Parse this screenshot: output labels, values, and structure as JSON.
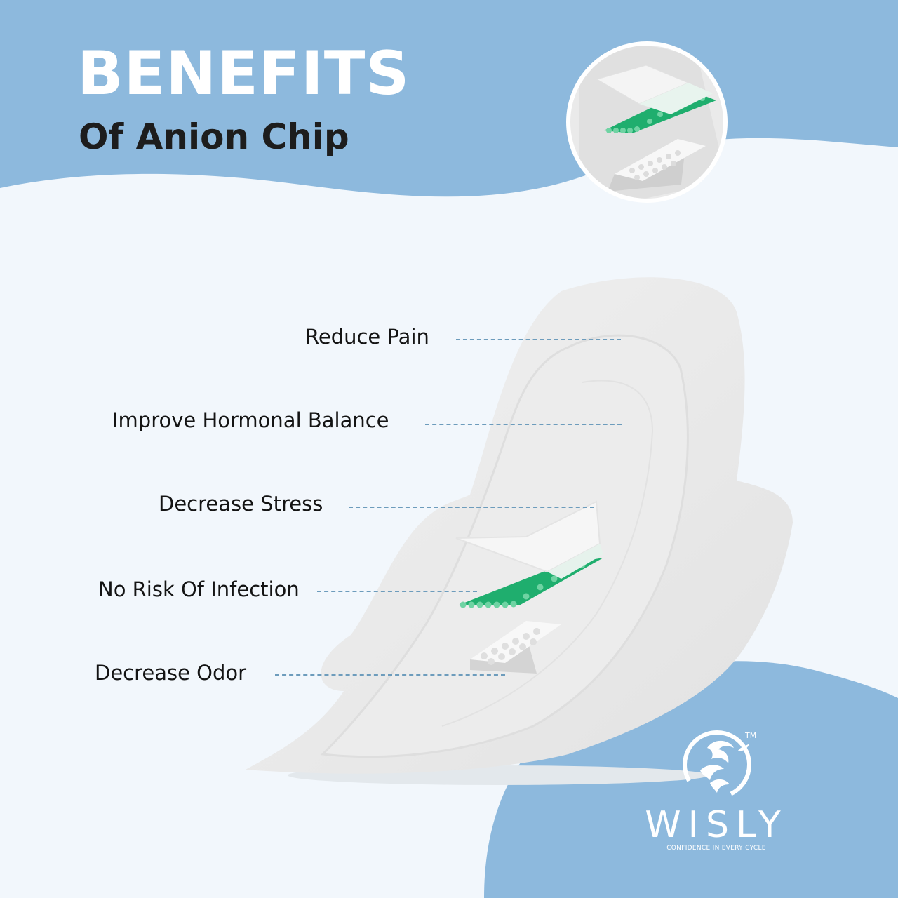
{
  "heading": {
    "title": "BENEFITS",
    "subtitle": "Of Anion Chip"
  },
  "benefits": [
    {
      "label": "Reduce Pain"
    },
    {
      "label": "Improve Hormonal Balance"
    },
    {
      "label": "Decrease Stress"
    },
    {
      "label": "No Risk Of Infection"
    },
    {
      "label": "Decrease Odor"
    }
  ],
  "brand": {
    "name": "WISLY",
    "tagline": "CONFIDENCE IN EVERY CYCLE",
    "trademark": "TM",
    "logo_icon": "woman-leaf-logo-icon"
  },
  "colors": {
    "background": "#f2f7fc",
    "accent_blue": "#8db9dd",
    "anion_green": "#1fae6e",
    "heading_dark": "#1d1d1d",
    "white": "#ffffff"
  }
}
